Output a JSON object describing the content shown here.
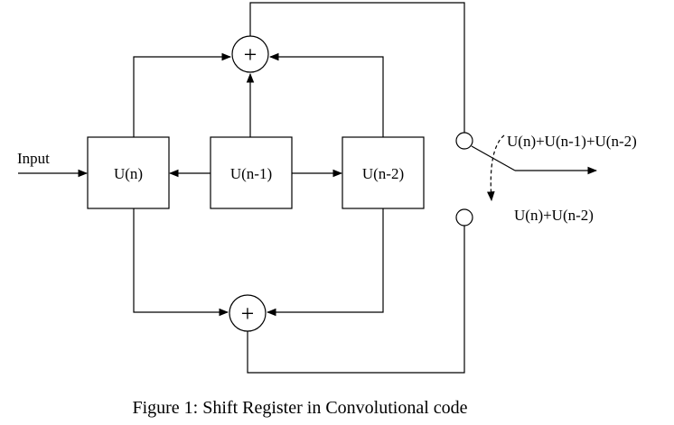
{
  "diagram": {
    "input_label": "Input",
    "registers": [
      {
        "id": "un",
        "label": "U(n)"
      },
      {
        "id": "un1",
        "label": "U(n-1)"
      },
      {
        "id": "un2",
        "label": "U(n-2)"
      }
    ],
    "adder_symbol": "+",
    "outputs": {
      "top": "U(n)+U(n-1)+U(n-2)",
      "bottom": "U(n)+U(n-2)"
    },
    "caption": "Figure 1: Shift Register in Convolutional code"
  }
}
